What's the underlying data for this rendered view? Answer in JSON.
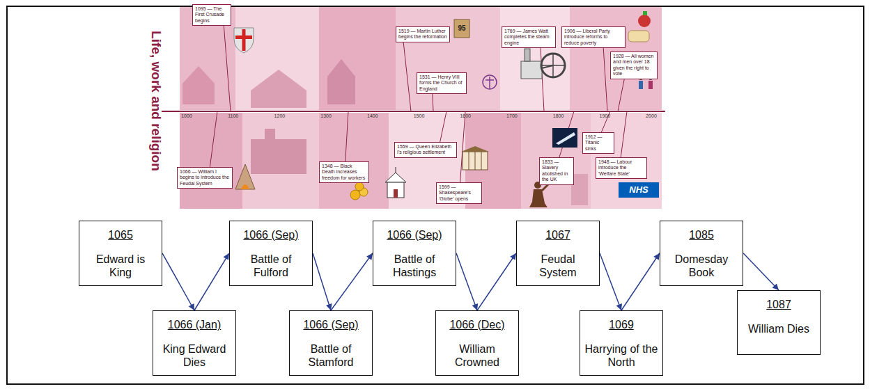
{
  "diagram": {
    "title": "Life, work and religion",
    "nodes": [
      {
        "text": [
          "1095 — The First Crusade begins"
        ]
      },
      {
        "text": [
          "1519 — Martin Luther begins the reformation"
        ]
      },
      {
        "text": [
          "1531 — Henry VIII forms the Church of England"
        ]
      },
      {
        "text": [
          "1769 — James Watt completes the steam engine"
        ]
      },
      {
        "text": [
          "1906 — Liberal Party introduce reforms to reduce poverty"
        ]
      },
      {
        "text": [
          "1928 — All women and men over 18 given the right to vote"
        ]
      },
      {
        "text": [
          "1066 — William I begins to introduce the Feudal System"
        ]
      },
      {
        "text": [
          "1348 — Black Death increases freedom for workers"
        ]
      },
      {
        "text": [
          "1559 — Queen Elizabeth I's religious settlement"
        ]
      },
      {
        "text": [
          "1599 — Shakespeare's 'Globe' opens"
        ]
      },
      {
        "text": [
          "1912 — Titanic sinks"
        ]
      },
      {
        "text": [
          "1833 — Slavery abolished in the UK"
        ]
      },
      {
        "text": [
          "1948 — Labour introduce the 'Welfare State'"
        ]
      },
      {
        "text": [
          "1065",
          "Edward is King"
        ]
      },
      {
        "text": [
          "1066 (Jan)",
          "King Edward Dies"
        ]
      },
      {
        "text": [
          "1066 (Sep)",
          "Battle of Fulford"
        ]
      },
      {
        "text": [
          "1066 (Sep)",
          "Battle of Stamford"
        ]
      },
      {
        "text": [
          "1066 (Sep)",
          "Battle of Hastings"
        ]
      },
      {
        "text": [
          "1066 (Dec)",
          "William Crowned"
        ]
      },
      {
        "text": [
          "1067",
          "Feudal System"
        ]
      },
      {
        "text": [
          "1069",
          "Harrying of the North"
        ]
      },
      {
        "text": [
          "1085",
          "Domesday Book"
        ]
      },
      {
        "text": [
          "1087",
          "William Dies"
        ]
      }
    ],
    "edges": [
      {
        "from": 13,
        "to": 14,
        "arrow": "to"
      },
      {
        "from": 14,
        "to": 15,
        "arrow": "to"
      },
      {
        "from": 15,
        "to": 16,
        "arrow": "to"
      },
      {
        "from": 16,
        "to": 17,
        "arrow": "to"
      },
      {
        "from": 17,
        "to": 18,
        "arrow": "to"
      },
      {
        "from": 18,
        "to": 19,
        "arrow": "to"
      },
      {
        "from": 19,
        "to": 20,
        "arrow": "to"
      },
      {
        "from": 20,
        "to": 21,
        "arrow": "to"
      },
      {
        "from": 21,
        "to": 22,
        "arrow": "to"
      }
    ],
    "labels": [
      "1000",
      "1100",
      "1200",
      "1300",
      "1400",
      "1500",
      "1600",
      "1700",
      "1800",
      "1900",
      "2000",
      "95",
      "NHS"
    ]
  }
}
